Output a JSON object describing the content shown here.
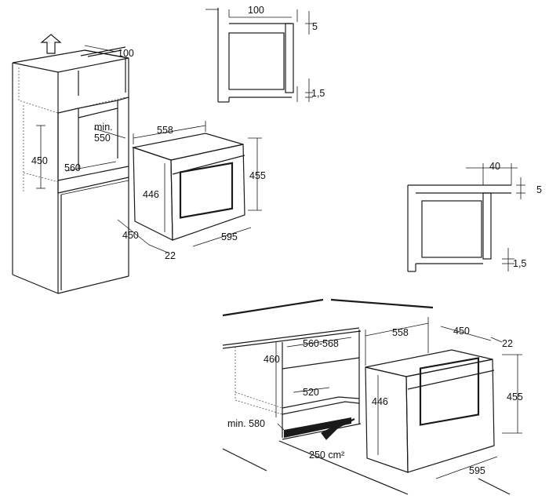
{
  "labels": {
    "top_cab_depth": "100",
    "niche_min": "min.",
    "niche_550": "550",
    "niche_450": "450",
    "niche_560": "560",
    "oven1_558": "558",
    "oven1_455": "455",
    "oven1_446": "446",
    "oven1_450": "450",
    "oven1_595": "595",
    "oven1_22": "22",
    "detail1_100": "100",
    "detail1_5": "5",
    "detail1_15": "1,5",
    "detail2_40": "40",
    "detail2_5": "5",
    "detail2_15": "1,5",
    "under_560_568": "560-568",
    "under_460": "460",
    "under_520": "520",
    "under_min580": "min. 580",
    "vent_area": "250 cm²",
    "oven2_558": "558",
    "oven2_450": "450",
    "oven2_22": "22",
    "oven2_446": "446",
    "oven2_455": "455",
    "oven2_595": "595"
  }
}
